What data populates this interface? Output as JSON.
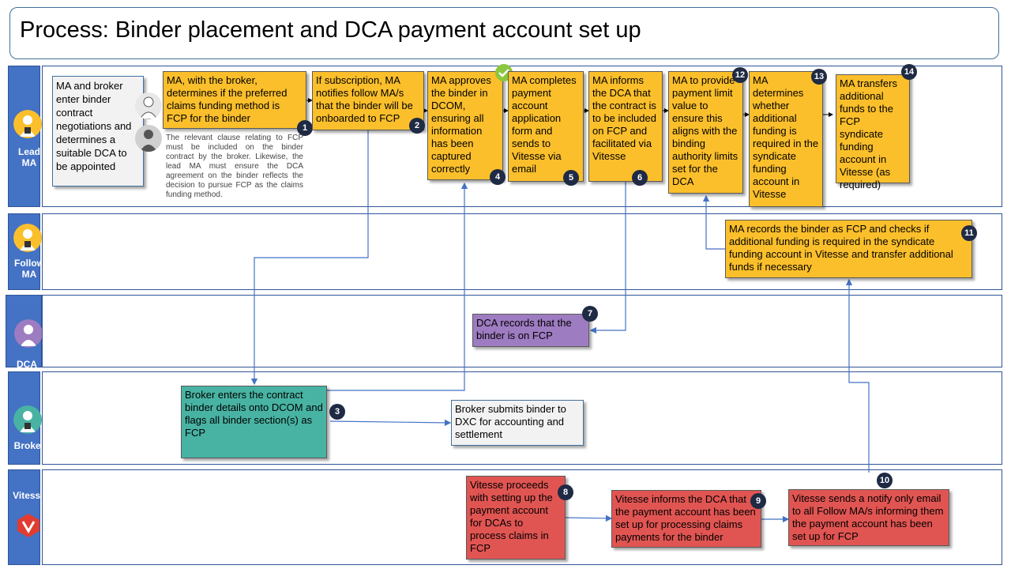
{
  "title": "Process: Binder placement and DCA payment account set up",
  "lanes": {
    "lead_ma": "Lead\nMA",
    "follow_ma": "Follow\nMA",
    "dca": "DCA",
    "broker": "Broker",
    "vitesse": "Vitesse"
  },
  "steps": {
    "start": "MA and broker enter binder contract negotiations and determines a suitable DCA to be appointed",
    "s1": "MA, with the broker, determines if the preferred claims funding method is FCP for the binder",
    "s2": "If subscription, MA notifies follow MA/s that the binder will be onboarded to FCP",
    "s3": "Broker enters the contract binder details onto DCOM and flags all binder section(s) as FCP",
    "s3b": "Broker submits binder to DXC for accounting and settlement",
    "s4": "MA approves the binder in DCOM, ensuring all information has been captured correctly",
    "s5": "MA completes payment account application form and sends to Vitesse via email",
    "s6": "MA informs the DCA that the contract is to be included on FCP and facilitated via Vitesse",
    "s7": "DCA records that the binder is on FCP",
    "s8": "Vitesse proceeds with setting up the payment account for DCAs to process claims in FCP",
    "s9": "Vitesse informs the DCA that the payment account has been set up for processing claims payments for the binder",
    "s10": "Vitesse sends a notify only email to all Follow MA/s informing them the payment account has been set up for FCP",
    "s11": "MA records the binder as FCP and checks if additional funding is required in the syndicate funding account in Vitesse and transfer additional funds if necessary",
    "s12": "MA to provide payment limit value to ensure this aligns with the binding authority limits set for the DCA",
    "s13": "MA determines whether additional funding is required in the syndicate funding account in Vitesse",
    "s14": "MA transfers additional funds to the FCP syndicate funding account in Vitesse (as required)"
  },
  "numbers": [
    "1",
    "2",
    "3",
    "4",
    "5",
    "6",
    "7",
    "8",
    "9",
    "10",
    "11",
    "12",
    "13",
    "14"
  ],
  "note": "The relevant clause relating to FCP must be included on the binder contract by the broker. Likewise, the lead MA must ensure the DCA agreement on the binder reflects the decision to pursue FCP as the claims funding method.",
  "icons": [
    "person-icon",
    "check-icon",
    "vitesse-logo-icon"
  ],
  "colors": {
    "lane": "#4472c4",
    "yellow": "#fbbf2b",
    "teal": "#48b3a3",
    "purple": "#9e7cc1",
    "red": "#e05552",
    "grey": "#f2f2f2",
    "badge": "#1f2a44"
  }
}
